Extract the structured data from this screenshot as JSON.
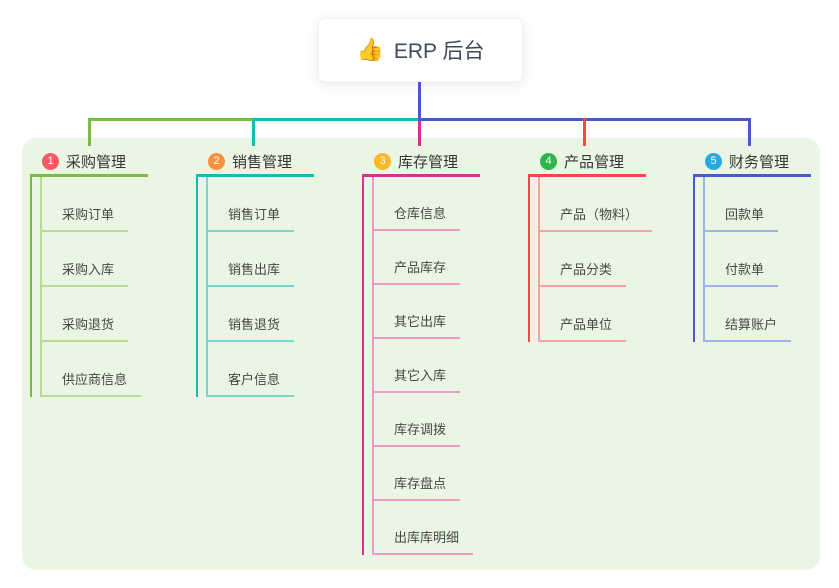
{
  "root": {
    "icon": "👍",
    "label": "ERP 后台"
  },
  "canvas": {
    "page_background": "#ffffff",
    "panel_background": "#eaf6e3",
    "connector_color": "#4a58c8",
    "root_text_color": "#3f4a5c"
  },
  "branches": [
    {
      "index": "1",
      "label": "采购管理",
      "badge_color": "#f95b66",
      "line_color": "#7cbd3f",
      "light_color": "#b7dc92",
      "children": [
        "采购订单",
        "采购入库",
        "采购退货",
        "供应商信息"
      ]
    },
    {
      "index": "2",
      "label": "销售管理",
      "badge_color": "#f8913e",
      "line_color": "#12bcb4",
      "light_color": "#76d8d0",
      "children": [
        "销售订单",
        "销售出库",
        "销售退货",
        "客户信息"
      ]
    },
    {
      "index": "3",
      "label": "库存管理",
      "badge_color": "#fcb826",
      "line_color": "#d62f96",
      "light_color": "#f29ac6",
      "children": [
        "仓库信息",
        "产品库存",
        "其它出库",
        "其它入库",
        "库存调拨",
        "库存盘点",
        "出库库明细"
      ]
    },
    {
      "index": "4",
      "label": "产品管理",
      "badge_color": "#2eb44d",
      "line_color": "#f5464e",
      "light_color": "#f9a2a2",
      "children": [
        "产品（物料）",
        "产品分类",
        "产品单位"
      ]
    },
    {
      "index": "5",
      "label": "财务管理",
      "badge_color": "#27a9e0",
      "line_color": "#4a5ac8",
      "light_color": "#9db4e6",
      "children": [
        "回款单",
        "付款单",
        "结算账户"
      ]
    }
  ]
}
